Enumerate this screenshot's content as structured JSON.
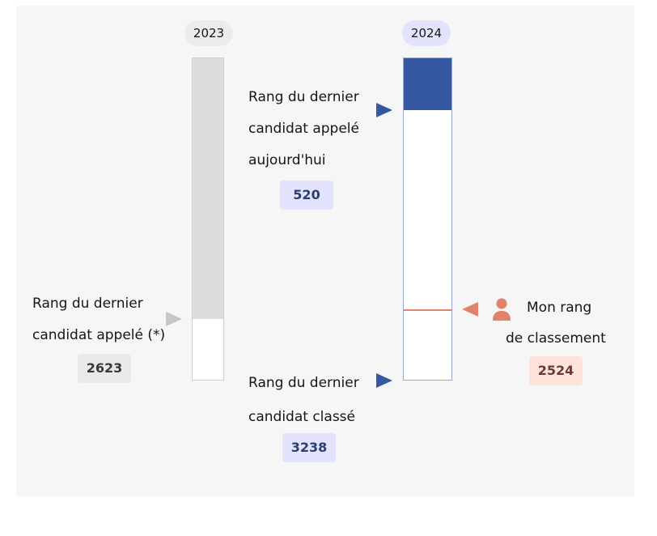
{
  "years": {
    "prev": "2023",
    "curr": "2024"
  },
  "bar_2023": {
    "called_fraction": 0.81
  },
  "bar_2024": {
    "called_fraction": 0.16,
    "my_rank_fraction": 0.78
  },
  "labels": {
    "last_called_2023_line1": "Rang du dernier",
    "last_called_2023_line2": "candidat appelé (*)",
    "last_called_2023_value": "2623",
    "last_called_today_line1": "Rang du dernier",
    "last_called_today_line2": "candidat appelé",
    "last_called_today_line3": "aujourd'hui",
    "last_called_today_value": "520",
    "last_ranked_line1": "Rang du dernier",
    "last_ranked_line2": "candidat classé",
    "last_ranked_value": "3238",
    "my_rank_line1": "Mon rang",
    "my_rank_line2": "de classement",
    "my_rank_value": "2524"
  },
  "colors": {
    "called_2024": "#3558a2",
    "called_2023": "#dddddd",
    "my_rank": "#e1836a"
  },
  "icons": {
    "my_rank": "user-icon"
  }
}
